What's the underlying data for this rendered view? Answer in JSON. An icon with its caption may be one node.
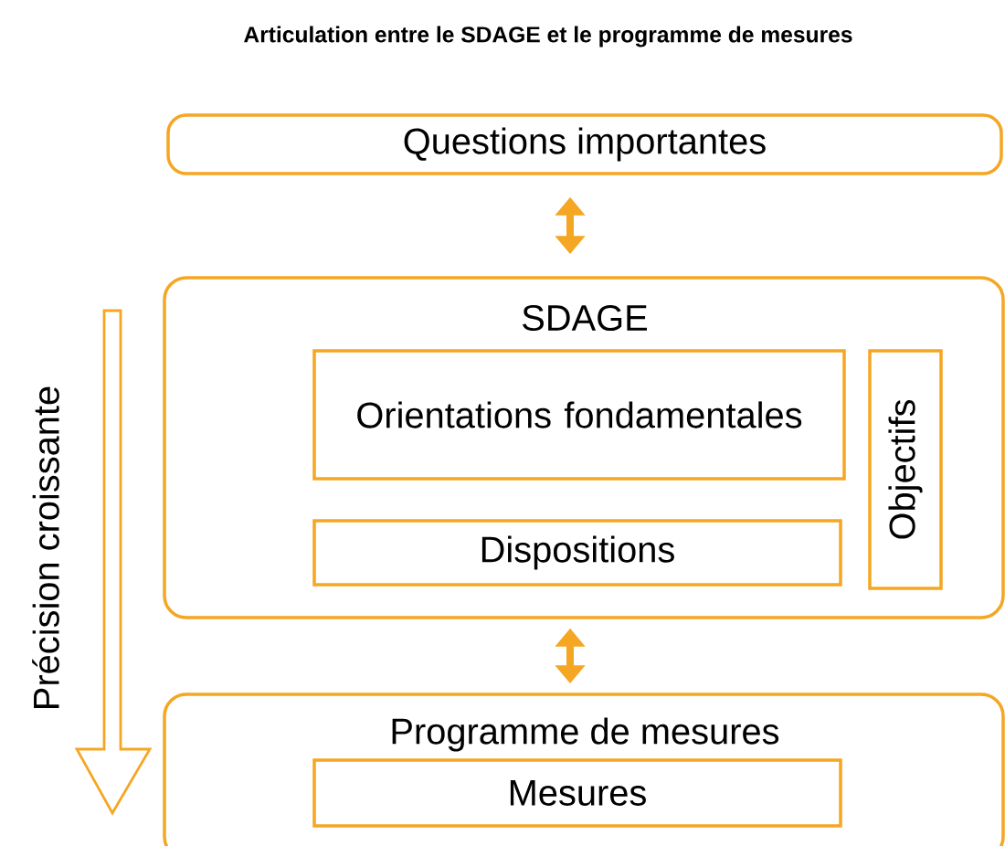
{
  "diagram": {
    "title": "Articulation entre le SDAGE et le programme de mesures",
    "nodes": [
      {
        "text": [
          "Questions importantes"
        ]
      },
      {
        "text": [
          "SDAGE"
        ]
      },
      {
        "text": [
          "Orientations fondamentales"
        ],
        "in": 1
      },
      {
        "text": [
          "Dispositions"
        ],
        "in": 1
      },
      {
        "text": [
          "Objectifs"
        ],
        "in": 1
      },
      {
        "text": [
          "Programme de mesures"
        ]
      },
      {
        "text": [
          "Mesures"
        ],
        "in": 5
      }
    ],
    "edges": [
      {
        "from": 0,
        "to": 1,
        "arrow": "both"
      },
      {
        "from": 1,
        "to": 5,
        "arrow": "both"
      }
    ],
    "labels": [
      "Précision croissante"
    ]
  }
}
